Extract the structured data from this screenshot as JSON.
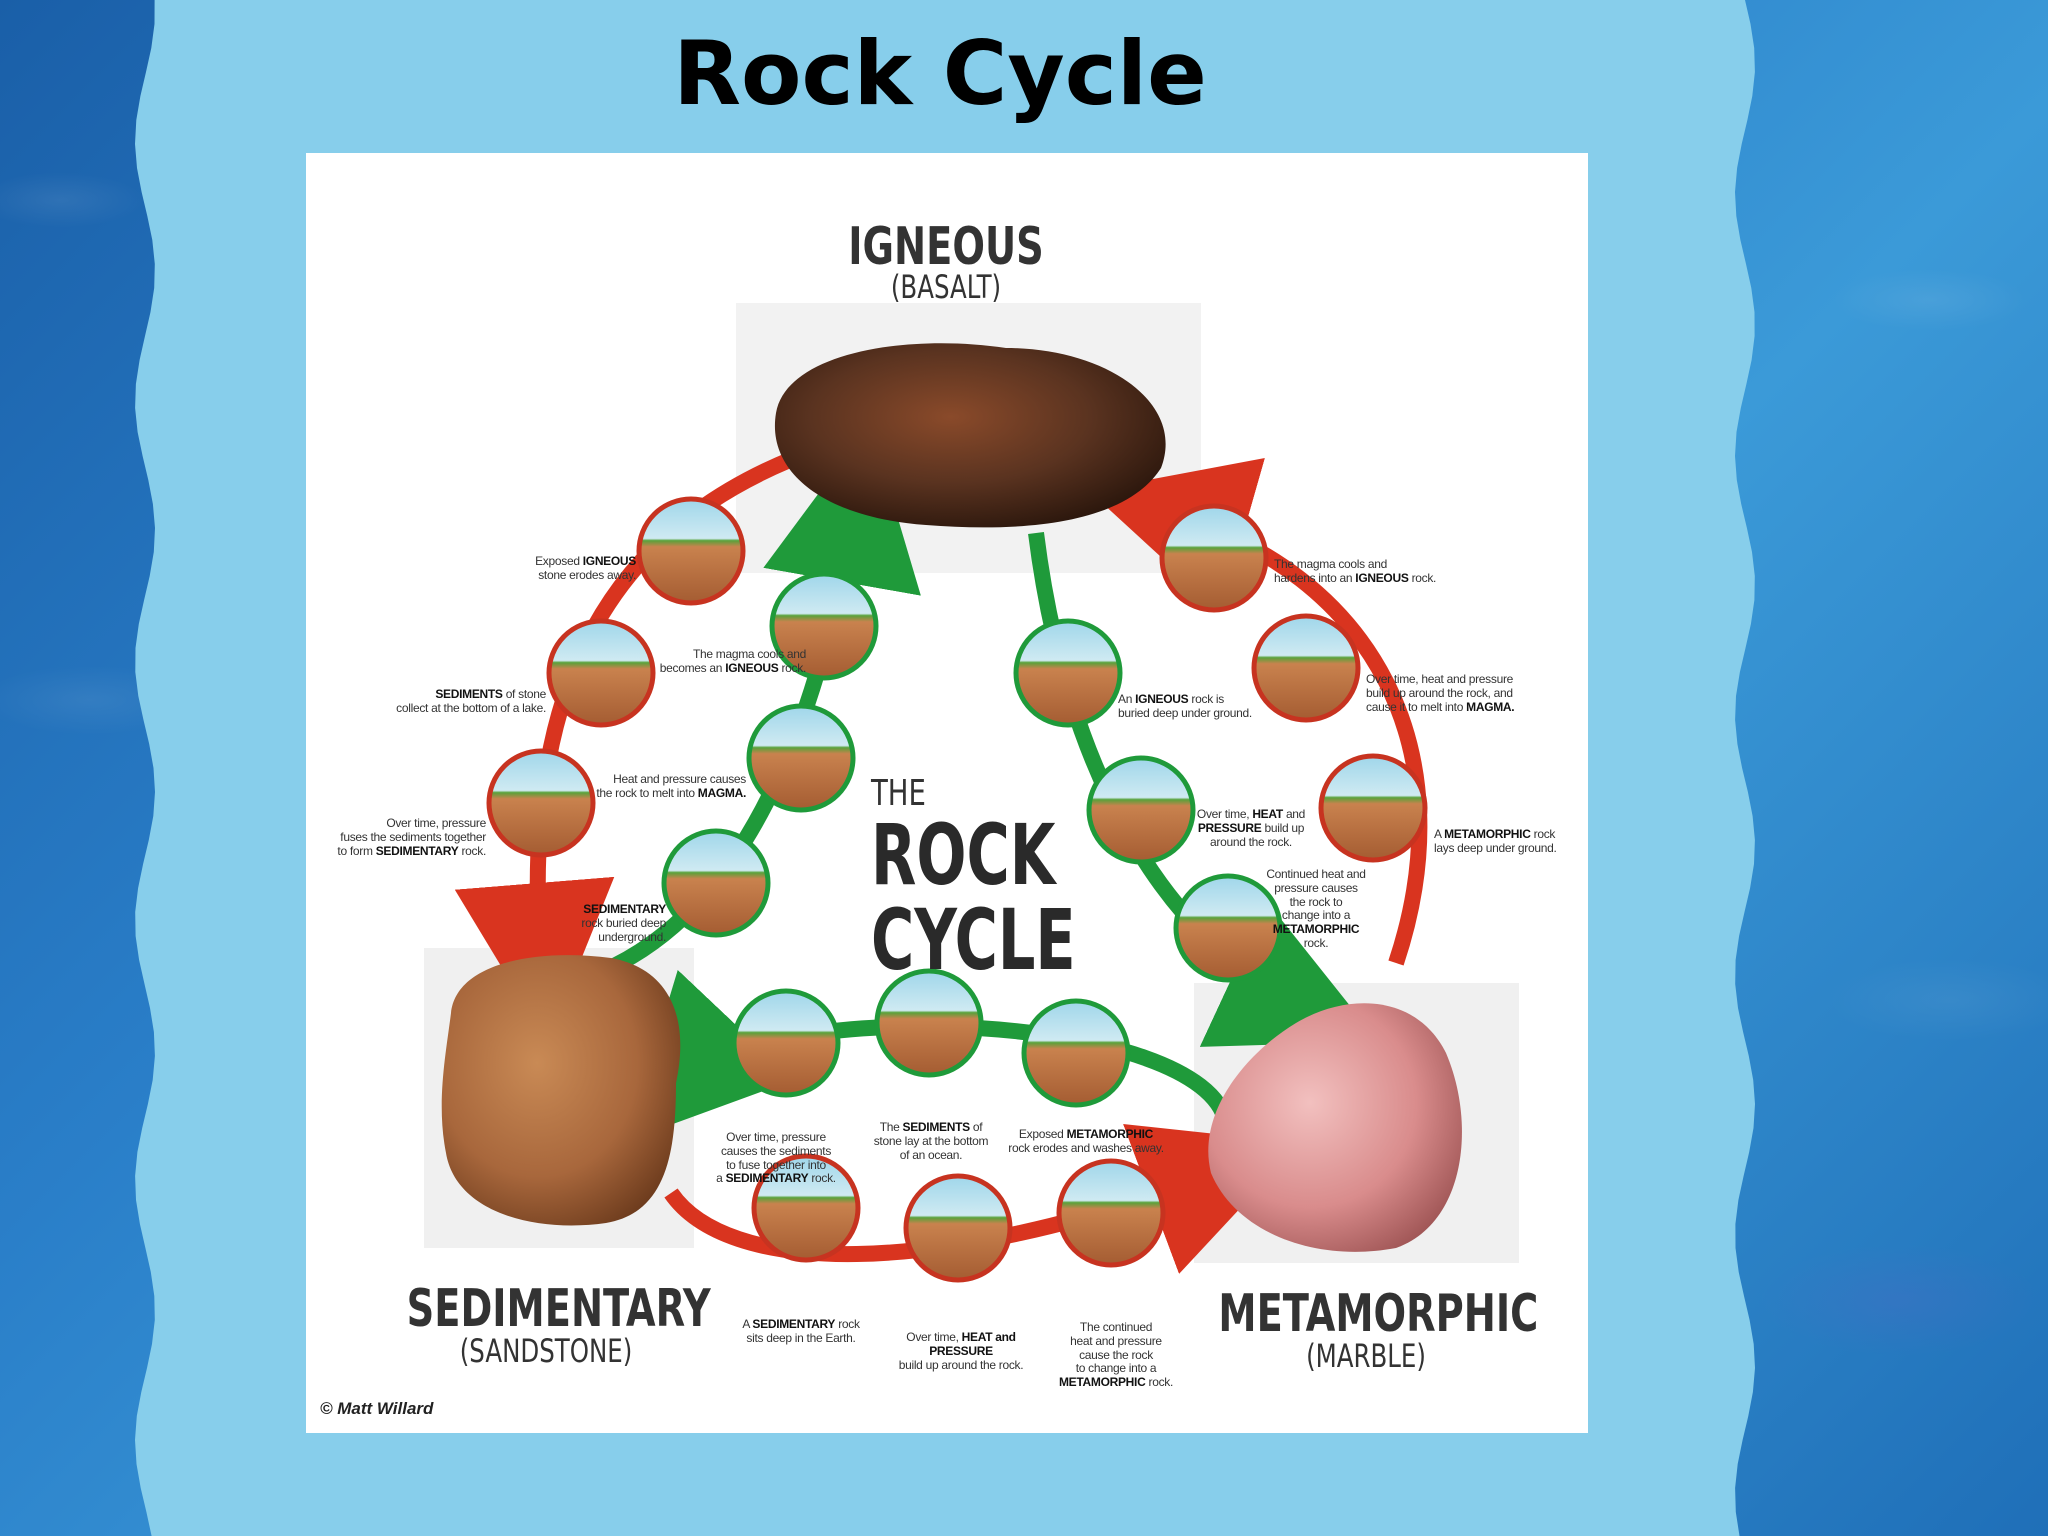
{
  "slide": {
    "title": "Rock Cycle"
  },
  "diagram": {
    "center_label_small": "THE",
    "center_label_line1": "ROCK",
    "center_label_line2": "CYCLE",
    "credit": "© Matt Willard",
    "rocks": {
      "igneous": {
        "name": "IGNEOUS",
        "example": "(BASALT)"
      },
      "sedimentary": {
        "name": "SEDIMENTARY",
        "example": "(SANDSTONE)"
      },
      "metamorphic": {
        "name": "METAMORPHIC",
        "example": "(MARBLE)"
      }
    },
    "captions": {
      "igneous_erodes": [
        "Exposed",
        "IGNEOUS",
        "stone erodes away."
      ],
      "sediments_lake": [
        "SEDIMENTS",
        "of stone",
        "collect at the bottom of a lake."
      ],
      "pressure_fuses": [
        "Over time, pressure",
        "fuses the sediments together",
        "to form",
        "SEDIMENTARY",
        "rock."
      ],
      "magma_cools_left": [
        "The magma cools and",
        "becomes an",
        "IGNEOUS",
        "rock."
      ],
      "heat_melt_left": [
        "Heat and pressure causes",
        "the rock to melt into",
        "MAGMA."
      ],
      "sed_buried": [
        "SEDIMENTARY",
        "rock buried deep",
        "underground."
      ],
      "magma_cools_right": [
        "The magma cools and",
        "hardens into an",
        "IGNEOUS",
        "rock."
      ],
      "ign_buried": [
        "An",
        "IGNEOUS",
        "rock is",
        "buried deep under ground."
      ],
      "heat_melt_right": [
        "Over time, heat and pressure",
        "build up around the rock, and",
        "cause it to melt into",
        "MAGMA."
      ],
      "heat_pressure_right": [
        "Over time,",
        "HEAT",
        "and",
        "PRESSURE",
        "build up",
        "around the rock."
      ],
      "meta_deep": [
        "A",
        "METAMORPHIC",
        "rock",
        "lays deep under ground."
      ],
      "continued_heat": [
        "Continued heat and",
        "pressure causes",
        "the rock to",
        "change into a",
        "METAMORPHIC",
        "rock."
      ],
      "pressure_sed_bottom": [
        "Over time, pressure",
        "causes the sediments",
        "to fuse together into",
        "a",
        "SEDIMENTARY",
        "rock."
      ],
      "sediments_ocean": [
        "The",
        "SEDIMENTS",
        "of",
        "stone lay at the bottom",
        "of an ocean."
      ],
      "meta_erodes": [
        "Exposed",
        "METAMORPHIC",
        "rock erodes and washes away."
      ],
      "sed_deep": [
        "A",
        "SEDIMENTARY",
        "rock",
        "sits deep in the Earth."
      ],
      "heat_pressure_bottom": [
        "Over time,",
        "HEAT and PRESSURE",
        "build up around the rock."
      ],
      "continued_bottom": [
        "The continued",
        "heat and pressure",
        "cause the rock",
        "to change into a",
        "METAMORPHIC",
        "rock."
      ]
    },
    "colors": {
      "slide_panel": "#87ceeb",
      "arrow_red": "#d9341f",
      "arrow_green": "#1f9a3a",
      "igneous_rock": "#5a3320",
      "sandstone_rock": "#a8673c",
      "marble_rock": "#d98c8c"
    }
  }
}
